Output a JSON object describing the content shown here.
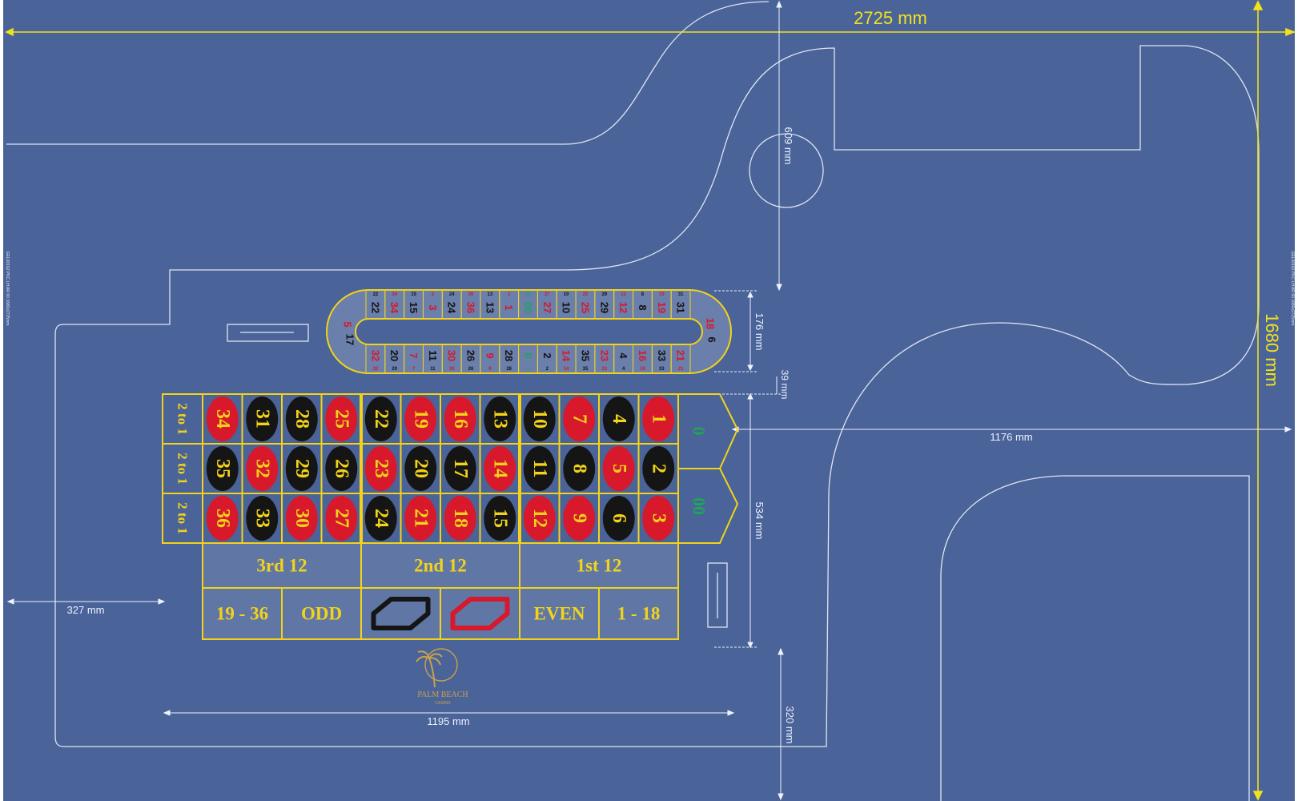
{
  "colors": {
    "background": "#4a6399",
    "red": "#d7192b",
    "black": "#151515",
    "gold": "#f2d31a",
    "green": "#22a35a",
    "outline": "#dfe6f4",
    "dimension": "#eef2ff",
    "yellow_dim": "#f2e21b"
  },
  "dimensions": {
    "total_width": "2725 mm",
    "total_height": "1680 mm",
    "d609": "609 mm",
    "d176": "176 mm",
    "d39": "39 mm",
    "d1176": "1176 mm",
    "d534": "534 mm",
    "d327": "327 mm",
    "d1195": "1195 mm",
    "d320": "320 mm"
  },
  "side_mark_text": "GEL00162 PKC LH AR 00 1680x2725mm",
  "layout": {
    "row_top": [
      {
        "n": "34",
        "c": "red"
      },
      {
        "n": "31",
        "c": "black"
      },
      {
        "n": "28",
        "c": "black"
      },
      {
        "n": "25",
        "c": "red"
      },
      {
        "n": "22",
        "c": "black"
      },
      {
        "n": "19",
        "c": "red"
      },
      {
        "n": "16",
        "c": "red"
      },
      {
        "n": "13",
        "c": "black"
      },
      {
        "n": "10",
        "c": "black"
      },
      {
        "n": "7",
        "c": "red"
      },
      {
        "n": "4",
        "c": "black"
      },
      {
        "n": "1",
        "c": "red"
      }
    ],
    "row_mid": [
      {
        "n": "35",
        "c": "black"
      },
      {
        "n": "32",
        "c": "red"
      },
      {
        "n": "29",
        "c": "black"
      },
      {
        "n": "26",
        "c": "black"
      },
      {
        "n": "23",
        "c": "red"
      },
      {
        "n": "20",
        "c": "black"
      },
      {
        "n": "17",
        "c": "black"
      },
      {
        "n": "14",
        "c": "red"
      },
      {
        "n": "11",
        "c": "black"
      },
      {
        "n": "8",
        "c": "black"
      },
      {
        "n": "5",
        "c": "red"
      },
      {
        "n": "2",
        "c": "black"
      }
    ],
    "row_bot": [
      {
        "n": "36",
        "c": "red"
      },
      {
        "n": "33",
        "c": "black"
      },
      {
        "n": "30",
        "c": "red"
      },
      {
        "n": "27",
        "c": "red"
      },
      {
        "n": "24",
        "c": "black"
      },
      {
        "n": "21",
        "c": "red"
      },
      {
        "n": "18",
        "c": "red"
      },
      {
        "n": "15",
        "c": "black"
      },
      {
        "n": "12",
        "c": "red"
      },
      {
        "n": "9",
        "c": "red"
      },
      {
        "n": "6",
        "c": "black"
      },
      {
        "n": "3",
        "c": "red"
      }
    ],
    "column_bets": [
      "2 to 1",
      "2 to 1",
      "2 to 1"
    ],
    "zero": "0",
    "double_zero": "00",
    "dozens": [
      "3rd 12",
      "2nd 12",
      "1st 12"
    ],
    "outside": [
      "19 - 36",
      "ODD",
      "",
      "",
      "EVEN",
      "1 - 18"
    ]
  },
  "racetrack": {
    "top": [
      {
        "n": "22",
        "c": "black"
      },
      {
        "n": "34",
        "c": "red"
      },
      {
        "n": "15",
        "c": "black"
      },
      {
        "n": "3",
        "c": "red"
      },
      {
        "n": "24",
        "c": "black"
      },
      {
        "n": "36",
        "c": "red"
      },
      {
        "n": "13",
        "c": "black"
      },
      {
        "n": "1",
        "c": "red"
      },
      {
        "n": "00",
        "c": "green"
      },
      {
        "n": "27",
        "c": "red"
      },
      {
        "n": "10",
        "c": "black"
      },
      {
        "n": "25",
        "c": "red"
      },
      {
        "n": "29",
        "c": "black"
      },
      {
        "n": "12",
        "c": "red"
      },
      {
        "n": "8",
        "c": "black"
      },
      {
        "n": "19",
        "c": "red"
      },
      {
        "n": "31",
        "c": "black"
      }
    ],
    "bottom": [
      {
        "n": "32",
        "c": "red"
      },
      {
        "n": "20",
        "c": "black"
      },
      {
        "n": "7",
        "c": "red"
      },
      {
        "n": "11",
        "c": "black"
      },
      {
        "n": "30",
        "c": "red"
      },
      {
        "n": "26",
        "c": "black"
      },
      {
        "n": "9",
        "c": "red"
      },
      {
        "n": "28",
        "c": "black"
      },
      {
        "n": "0",
        "c": "green"
      },
      {
        "n": "2",
        "c": "black"
      },
      {
        "n": "14",
        "c": "red"
      },
      {
        "n": "35",
        "c": "black"
      },
      {
        "n": "23",
        "c": "red"
      },
      {
        "n": "4",
        "c": "black"
      },
      {
        "n": "16",
        "c": "red"
      },
      {
        "n": "33",
        "c": "black"
      },
      {
        "n": "21",
        "c": "red"
      }
    ],
    "left_end": [
      {
        "n": "5",
        "c": "red"
      },
      {
        "n": "17",
        "c": "black"
      }
    ],
    "right_end": [
      {
        "n": "18",
        "c": "red"
      },
      {
        "n": "6",
        "c": "black"
      }
    ]
  },
  "logo": {
    "line1": "PALM BEACH",
    "line2": "CASINO"
  }
}
